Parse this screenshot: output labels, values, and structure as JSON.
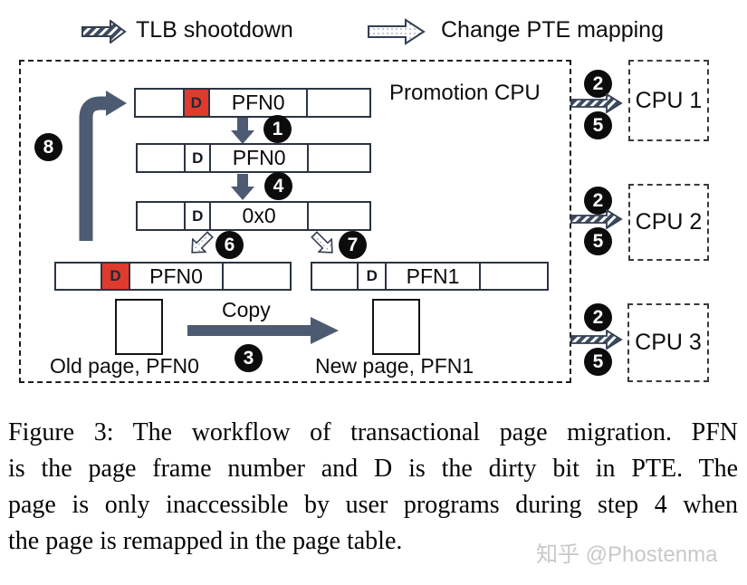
{
  "legend": {
    "tlb_label": "TLB shootdown",
    "pte_label": "Change PTE mapping"
  },
  "diagram": {
    "promotion_cpu_label": "Promotion CPU",
    "rows": {
      "pte1": {
        "d": "D",
        "value": "PFN0"
      },
      "pte2": {
        "d": "D",
        "value": "PFN0"
      },
      "pte3": {
        "d": "D",
        "value": "0x0"
      },
      "pte_old": {
        "d": "D",
        "value": "PFN0"
      },
      "pte_new": {
        "d": "D",
        "value": "PFN1"
      }
    },
    "steps": {
      "s1": "1",
      "s2": "2",
      "s3": "3",
      "s4": "4",
      "s5": "5",
      "s6": "6",
      "s7": "7",
      "s8": "8"
    },
    "copy_label": "Copy",
    "old_page_label": "Old page, PFN0",
    "new_page_label": "New page, PFN1",
    "cpus": {
      "cpu1": "CPU 1",
      "cpu2": "CPU 2",
      "cpu3": "CPU 3"
    }
  },
  "caption": {
    "line1": "Figure 3: The workflow of transactional page migration. PFN",
    "line2": "is the page frame number and D is the dirty bit in PTE. The",
    "line3": "page is only inaccessible by user programs during step 4 when",
    "line4": "the page is remapped in the page table."
  },
  "watermark": "知乎 @Phostenma",
  "colors": {
    "dirty_red": "#df3a2c",
    "arrow_slate": "#4d5b72",
    "hatch_dark": "#3d4a5e",
    "watermark_gray": "#c9c9c9"
  }
}
